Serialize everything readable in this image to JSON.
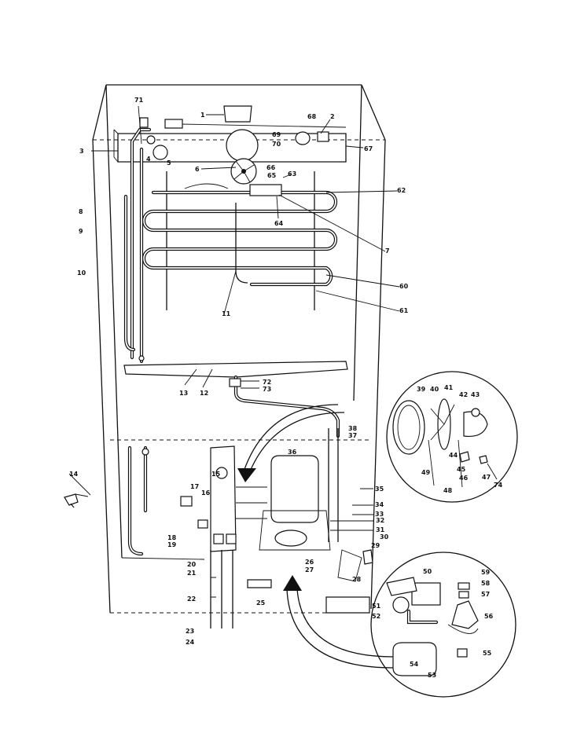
{
  "diagram": {
    "title": "",
    "colors": {
      "ink": "#111111",
      "paper": "#ffffff"
    },
    "part_labels": [
      "1",
      "2",
      "3",
      "4",
      "5",
      "6",
      "7",
      "8",
      "9",
      "10",
      "11",
      "12",
      "13",
      "14",
      "15",
      "16",
      "17",
      "18",
      "19",
      "20",
      "21",
      "22",
      "23",
      "24",
      "25",
      "26",
      "27",
      "28",
      "29",
      "30",
      "31",
      "32",
      "33",
      "34",
      "35",
      "36",
      "37",
      "38",
      "39",
      "40",
      "41",
      "42",
      "43",
      "44",
      "45",
      "46",
      "47",
      "48",
      "49",
      "50",
      "51",
      "52",
      "53",
      "54",
      "55",
      "56",
      "57",
      "58",
      "59",
      "60",
      "61",
      "62",
      "63",
      "64",
      "65",
      "66",
      "67",
      "68",
      "69",
      "70",
      "71",
      "72",
      "73",
      "74"
    ]
  }
}
